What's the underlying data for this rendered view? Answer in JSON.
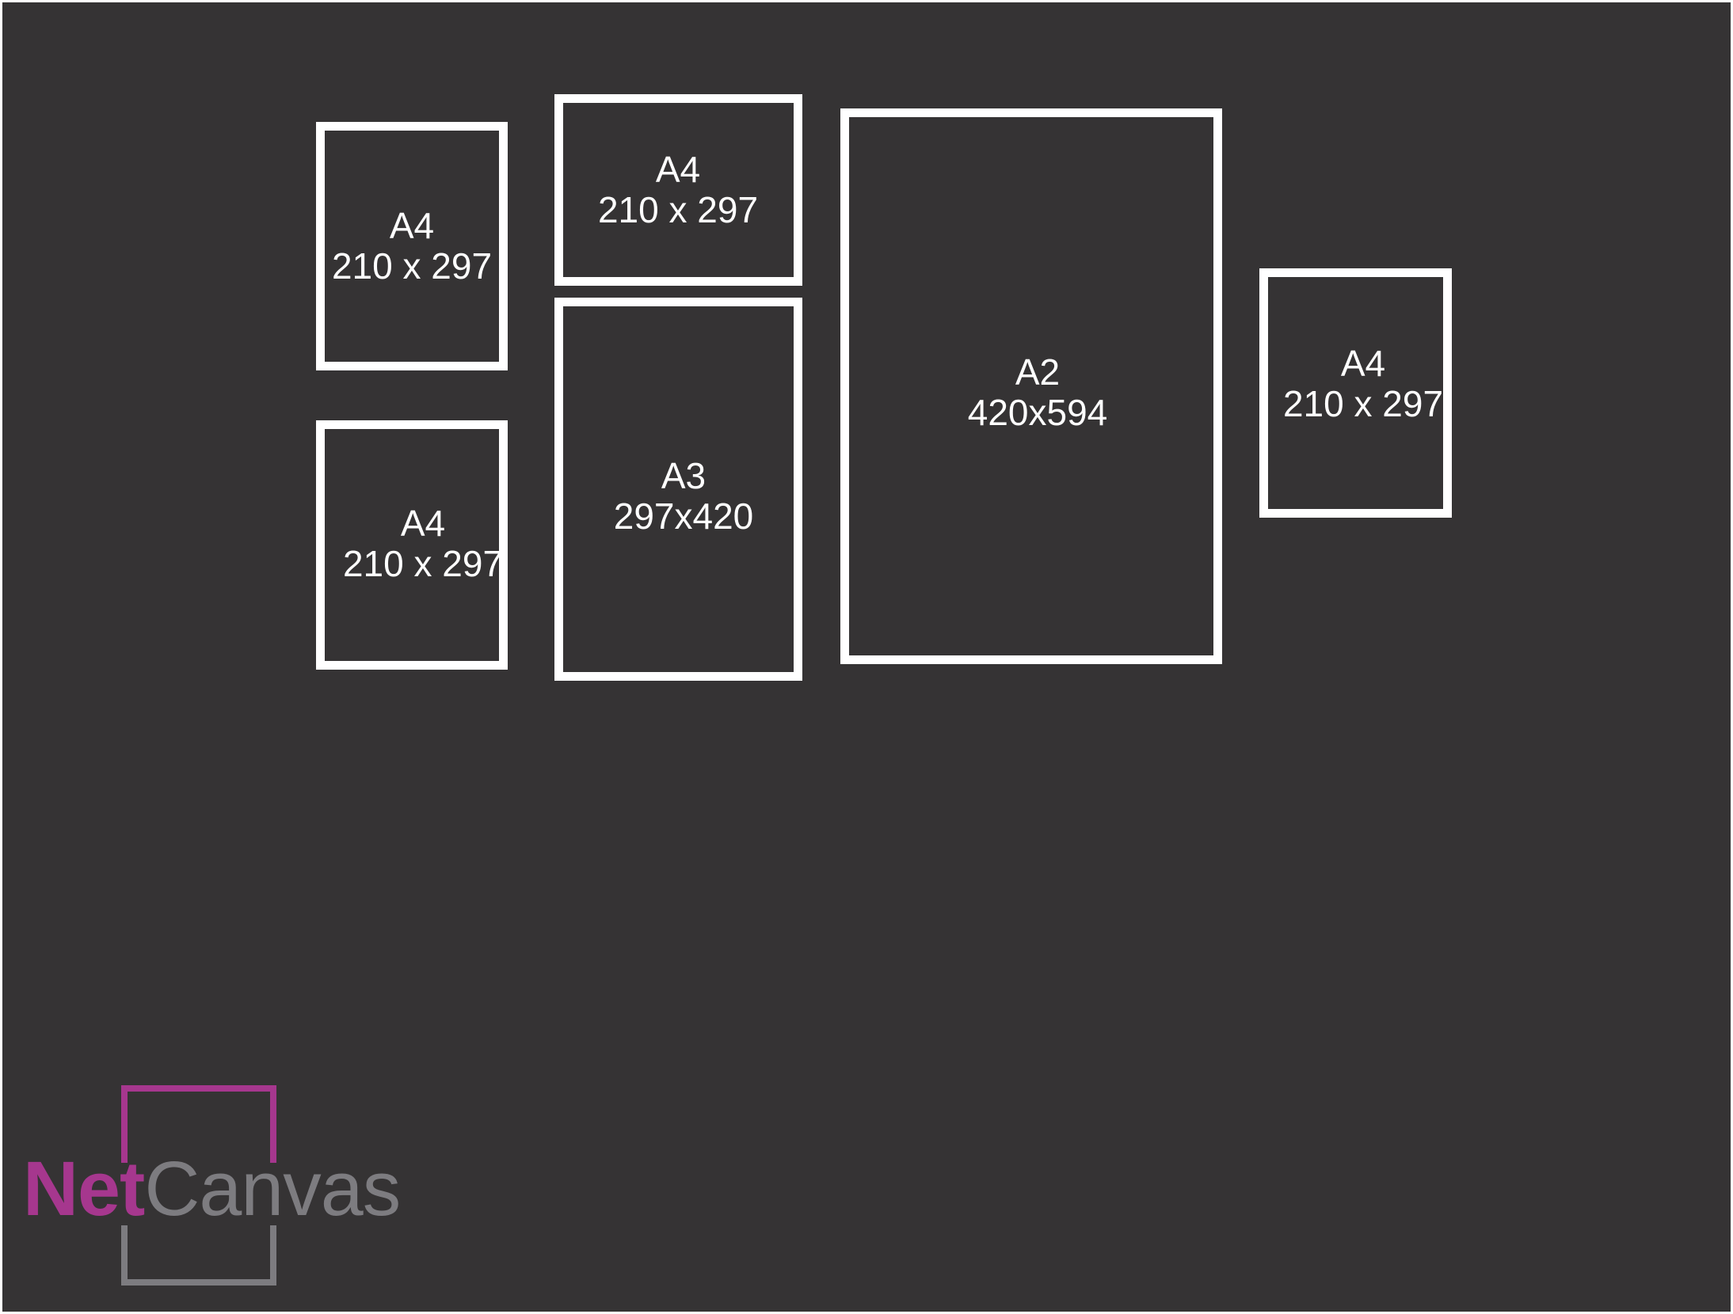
{
  "frames": [
    {
      "id": "a4-top-left",
      "size": "A4",
      "dims": "210 x 297"
    },
    {
      "id": "a4-bottom-left",
      "size": "A4",
      "dims": "210 x 297"
    },
    {
      "id": "a4-top-middle",
      "size": "A4",
      "dims": "210 x 297"
    },
    {
      "id": "a3-middle",
      "size": "A3",
      "dims": "297x420"
    },
    {
      "id": "a2-large",
      "size": "A2",
      "dims": "420x594"
    },
    {
      "id": "a4-right",
      "size": "A4",
      "dims": "210 x 297"
    }
  ],
  "logo": {
    "part1": "Net",
    "part2": "Canvas",
    "colors": {
      "net": "#a6378e",
      "canvas": "#7d7c80"
    }
  },
  "colors": {
    "background": "#353334",
    "frame_stroke": "#ffffff"
  }
}
